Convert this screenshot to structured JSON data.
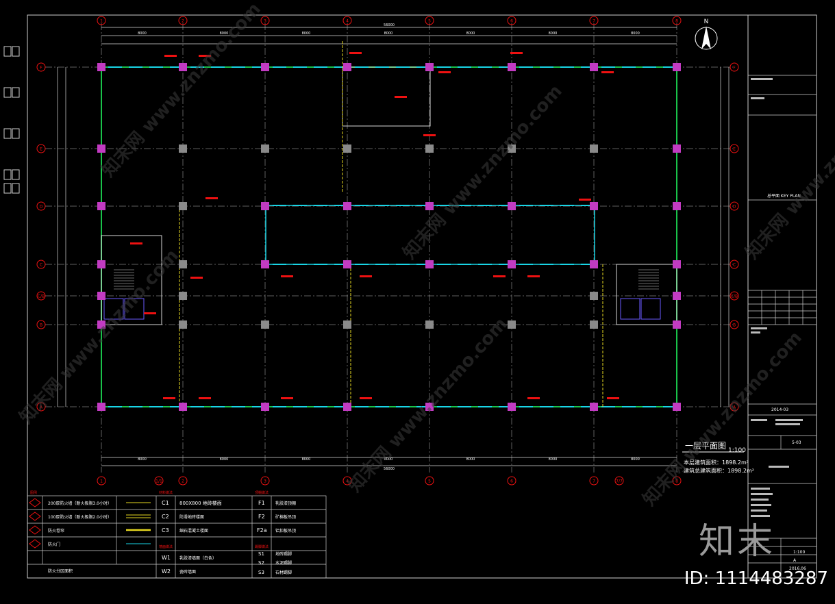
{
  "drawing": {
    "title": "一层平面图",
    "scale": "1:100",
    "area_line1": "本层建筑面积：1898.2m²",
    "area_line2": "建筑总建筑面积：1898.2m²",
    "north_label": "N"
  },
  "grid_columns": [
    "1",
    "2",
    "3",
    "4",
    "5",
    "6",
    "7",
    "8"
  ],
  "grid_columns_bottom": [
    "1",
    "1/1",
    "2",
    "3",
    "4",
    "5",
    "6",
    "7",
    "7/7",
    "8"
  ],
  "grid_rows": [
    "F",
    "E",
    "D",
    "C",
    "C/B",
    "B",
    "A"
  ],
  "overall_dim_top": "56000",
  "overall_dim_bottom": "56000",
  "bay_dims": [
    "8000",
    "8000",
    "8000",
    "8000",
    "8000",
    "8000",
    "8000"
  ],
  "title_block": {
    "key_plan": "总平面 KEY PLAN",
    "date": "2014-03",
    "sheet_no": "5-03",
    "scale": "1:100",
    "rev": "A",
    "date2": "2016.06"
  },
  "legend": {
    "header1": "图例",
    "items_left": [
      "200厚防火墙（耐火极限3.0小时）",
      "100厚防火墙（耐火极限2.0小时）",
      "防火卷帘",
      "防火门"
    ],
    "header_c": "材料做法",
    "items_c": [
      {
        "code": "C1",
        "text": "800X800 地砖楼面"
      },
      {
        "code": "C2",
        "text": "防滑地砖楼面"
      },
      {
        "code": "C3",
        "text": "细石混凝土楼面"
      }
    ],
    "header_w": "墙面做法",
    "items_w": [
      {
        "code": "W1",
        "text": "乳胶漆墙面（白色）"
      },
      {
        "code": "W2",
        "text": "瓷砖墙面"
      }
    ],
    "header_f": "顶棚做法",
    "items_f": [
      {
        "code": "F1",
        "text": "乳胶漆顶棚"
      },
      {
        "code": "F2",
        "text": "矿棉板吊顶"
      },
      {
        "code": "F2a",
        "text": "铝扣板吊顶"
      }
    ],
    "header_s": "踢脚做法",
    "items_s": [
      {
        "code": "S1",
        "text": "地砖踢脚"
      },
      {
        "code": "S2",
        "text": "水泥踢脚"
      },
      {
        "code": "S3",
        "text": "石材踢脚"
      }
    ],
    "footer_left": "防火分区面积"
  },
  "watermarks": [
    "知末网 www.znzmo.com"
  ],
  "brand_mark": "知末",
  "id_label": "ID: 1114483287",
  "colors": {
    "background": "#000000",
    "grid_red": "#e11",
    "wall_green": "#19c24a",
    "window_cyan": "#19d5e6",
    "column_magenta": "#c23bc2",
    "column_gray": "#8a8a8a",
    "dim_white": "#d8d8d8",
    "yellow": "#e6d820"
  }
}
